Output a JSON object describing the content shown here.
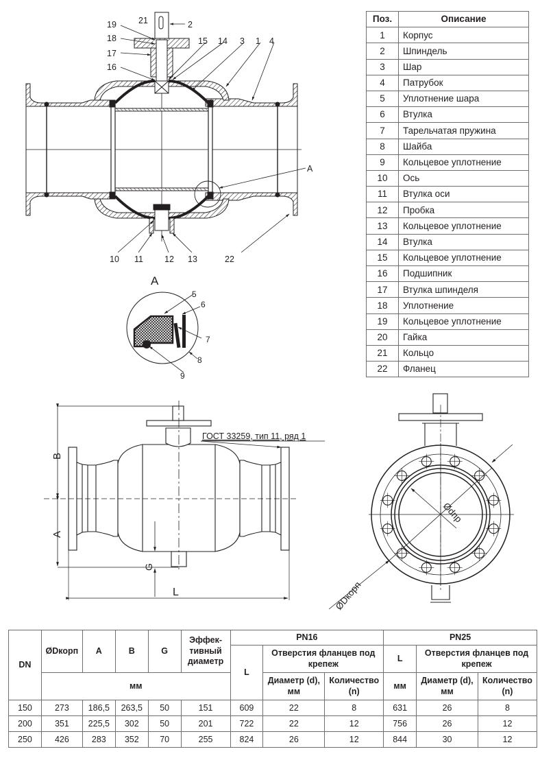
{
  "main_section": {
    "callouts": {
      "c1": "1",
      "c2": "2",
      "c3": "3",
      "c4": "4",
      "c10": "10",
      "c11": "11",
      "c12": "12",
      "c13": "13",
      "c14": "14",
      "c15": "15",
      "c16": "16",
      "c17": "17",
      "c18": "18",
      "c19": "19",
      "c21": "21",
      "c22": "22",
      "cA": "A"
    }
  },
  "detail_view": {
    "title": "A",
    "callouts": {
      "c5": "5",
      "c6": "6",
      "c7": "7",
      "c8": "8",
      "c9": "9"
    }
  },
  "side_view": {
    "dim_B": "B",
    "dim_A": "A",
    "dim_G": "G",
    "dim_L": "L",
    "standard_note": "ГОСТ 33259, тип 11, ряд 1"
  },
  "front_view": {
    "dim_dnp": "Ødпр",
    "dim_dkorp": "ØDкорп"
  },
  "parts_table": {
    "header": {
      "pos": "Поз.",
      "desc": "Описание"
    },
    "rows": [
      {
        "pos": "1",
        "desc": "Корпус"
      },
      {
        "pos": "2",
        "desc": "Шпиндель"
      },
      {
        "pos": "3",
        "desc": "Шар"
      },
      {
        "pos": "4",
        "desc": "Патрубок"
      },
      {
        "pos": "5",
        "desc": "Уплотнение шара"
      },
      {
        "pos": "6",
        "desc": "Втулка"
      },
      {
        "pos": "7",
        "desc": "Тарельчатая пружина"
      },
      {
        "pos": "8",
        "desc": "Шайба"
      },
      {
        "pos": "9",
        "desc": "Кольцевое уплотнение"
      },
      {
        "pos": "10",
        "desc": "Ось"
      },
      {
        "pos": "11",
        "desc": "Втулка оси"
      },
      {
        "pos": "12",
        "desc": "Пробка"
      },
      {
        "pos": "13",
        "desc": "Кольцевое уплотнение"
      },
      {
        "pos": "14",
        "desc": "Втулка"
      },
      {
        "pos": "15",
        "desc": "Кольцевое уплотнение"
      },
      {
        "pos": "16",
        "desc": "Подшипник"
      },
      {
        "pos": "17",
        "desc": "Втулка шпинделя"
      },
      {
        "pos": "18",
        "desc": "Уплотнение"
      },
      {
        "pos": "19",
        "desc": "Кольцевое уплотнение"
      },
      {
        "pos": "20",
        "desc": "Гайка"
      },
      {
        "pos": "21",
        "desc": "Кольцо"
      },
      {
        "pos": "22",
        "desc": "Фланец"
      }
    ]
  },
  "spec_table": {
    "headers": {
      "dn": "DN",
      "dkorp": "ØDкорп",
      "a": "A",
      "b": "B",
      "g": "G",
      "eff_line1": "Эффек-",
      "eff_line2": "тивный",
      "eff_line3": "диаметр",
      "mm": "мм",
      "pn16": "PN16",
      "pn25": "PN25",
      "l": "L",
      "holes": "Отверстия фланцев под крепеж",
      "l_mm": "мм",
      "diam": "Диаметр (d), мм",
      "qty": "Количество (n)"
    },
    "rows": [
      {
        "dn": "150",
        "dkorp": "273",
        "a": "186,5",
        "b": "263,5",
        "g": "50",
        "eff": "151",
        "pn16_l": "609",
        "pn16_d": "22",
        "pn16_n": "8",
        "pn25_l": "631",
        "pn25_d": "26",
        "pn25_n": "8"
      },
      {
        "dn": "200",
        "dkorp": "351",
        "a": "225,5",
        "b": "302",
        "g": "50",
        "eff": "201",
        "pn16_l": "722",
        "pn16_d": "22",
        "pn16_n": "12",
        "pn25_l": "756",
        "pn25_d": "26",
        "pn25_n": "12"
      },
      {
        "dn": "250",
        "dkorp": "426",
        "a": "283",
        "b": "352",
        "g": "70",
        "eff": "255",
        "pn16_l": "824",
        "pn16_d": "26",
        "pn16_n": "12",
        "pn25_l": "844",
        "pn25_d": "30",
        "pn25_n": "12"
      }
    ]
  }
}
